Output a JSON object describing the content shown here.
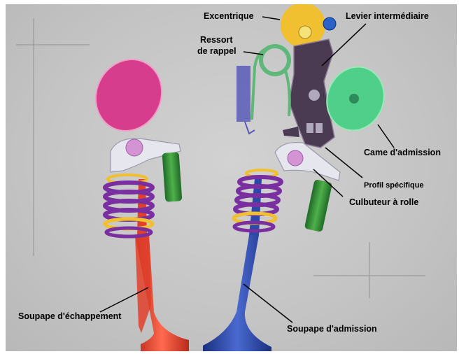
{
  "labels": {
    "excentrique": "Excentrique",
    "levier": "Levier intermédiaire",
    "ressort_line1": "Ressort",
    "ressort_line2": "de rappel",
    "came": "Came d'admission",
    "profil": "Profil spécifique",
    "culbuteur": "Culbuteur à rolle",
    "soupape_echappement": "Soupape d'échappement",
    "soupape_admission": "Soupape d'admission"
  },
  "colors": {
    "background": "#c6c6c6",
    "exhaust_cam": "#d63d8c",
    "intake_cam": "#4fcf8a",
    "eccentric": "#f0c030",
    "lever": "#4a3a52",
    "return_spring": "#5fb87a",
    "spring_coils": "#7a2fa0",
    "exhaust_valve": "#e0402a",
    "intake_valve": "#2a4aa8",
    "rocker": "#e6e6ee",
    "roller": "#d494d4",
    "tappet": "#2f8a3a"
  }
}
